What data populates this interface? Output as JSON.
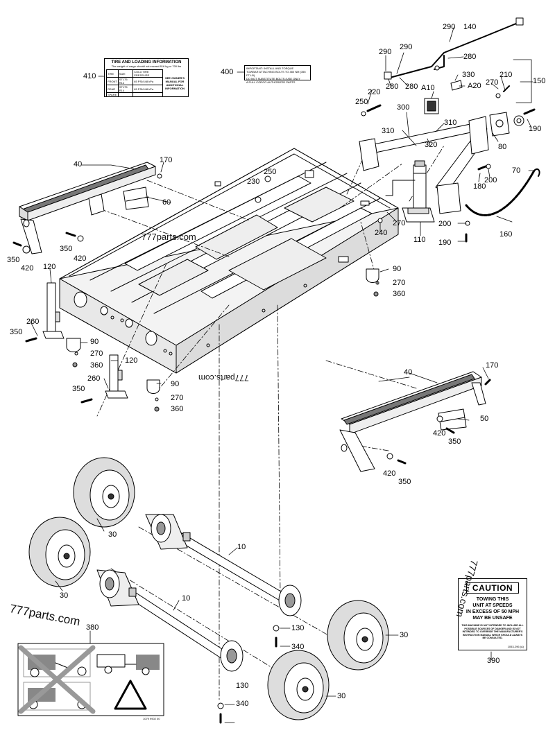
{
  "callouts": [
    {
      "id": "c410",
      "text": "410"
    },
    {
      "id": "c400",
      "text": "400"
    },
    {
      "id": "c290a",
      "text": "290"
    },
    {
      "id": "c140",
      "text": "140"
    },
    {
      "id": "c290b",
      "text": "290"
    },
    {
      "id": "c290c",
      "text": "290"
    },
    {
      "id": "c280a",
      "text": "280"
    },
    {
      "id": "c330",
      "text": "330"
    },
    {
      "id": "c210",
      "text": "210"
    },
    {
      "id": "c280b",
      "text": "280"
    },
    {
      "id": "c280c",
      "text": "280"
    },
    {
      "id": "cA10",
      "text": "A10"
    },
    {
      "id": "cA20",
      "text": "A20"
    },
    {
      "id": "c270a",
      "text": "270"
    },
    {
      "id": "c150",
      "text": "150"
    },
    {
      "id": "c220",
      "text": "220"
    },
    {
      "id": "c250a",
      "text": "250"
    },
    {
      "id": "c300",
      "text": "300"
    },
    {
      "id": "c310a",
      "text": "310"
    },
    {
      "id": "c310b",
      "text": "310"
    },
    {
      "id": "c320",
      "text": "320"
    },
    {
      "id": "c170a",
      "text": "170"
    },
    {
      "id": "c40a",
      "text": "40"
    },
    {
      "id": "c190a",
      "text": "190"
    },
    {
      "id": "c80",
      "text": "80"
    },
    {
      "id": "c250b",
      "text": "250"
    },
    {
      "id": "c230",
      "text": "230"
    },
    {
      "id": "c70",
      "text": "70"
    },
    {
      "id": "c200a",
      "text": "200"
    },
    {
      "id": "c180",
      "text": "180"
    },
    {
      "id": "c60",
      "text": "60"
    },
    {
      "id": "c270b",
      "text": "270"
    },
    {
      "id": "c240",
      "text": "240"
    },
    {
      "id": "c200b",
      "text": "200"
    },
    {
      "id": "c160",
      "text": "160"
    },
    {
      "id": "c110",
      "text": "110"
    },
    {
      "id": "c190b",
      "text": "190"
    },
    {
      "id": "c350a",
      "text": "350"
    },
    {
      "id": "c420a",
      "text": "420"
    },
    {
      "id": "c350b",
      "text": "350"
    },
    {
      "id": "c420b",
      "text": "420"
    },
    {
      "id": "c120a",
      "text": "120"
    },
    {
      "id": "c90a",
      "text": "90"
    },
    {
      "id": "c270c",
      "text": "270"
    },
    {
      "id": "c360a",
      "text": "360"
    },
    {
      "id": "c260a",
      "text": "260"
    },
    {
      "id": "c350c",
      "text": "350"
    },
    {
      "id": "c90b",
      "text": "90"
    },
    {
      "id": "c270d",
      "text": "270"
    },
    {
      "id": "c360b",
      "text": "360"
    },
    {
      "id": "c120b",
      "text": "120"
    },
    {
      "id": "c260b",
      "text": "260"
    },
    {
      "id": "c350d",
      "text": "350"
    },
    {
      "id": "c90c",
      "text": "90"
    },
    {
      "id": "c270e",
      "text": "270"
    },
    {
      "id": "c360c",
      "text": "360"
    },
    {
      "id": "c40b",
      "text": "40"
    },
    {
      "id": "c170b",
      "text": "170"
    },
    {
      "id": "c50",
      "text": "50"
    },
    {
      "id": "c420c",
      "text": "420"
    },
    {
      "id": "c350e",
      "text": "350"
    },
    {
      "id": "c420d",
      "text": "420"
    },
    {
      "id": "c350f",
      "text": "350"
    },
    {
      "id": "c30a",
      "text": "30"
    },
    {
      "id": "c10a",
      "text": "10"
    },
    {
      "id": "c30b",
      "text": "30"
    },
    {
      "id": "c10b",
      "text": "10"
    },
    {
      "id": "c380",
      "text": "380"
    },
    {
      "id": "c130a",
      "text": "130"
    },
    {
      "id": "c340a",
      "text": "340"
    },
    {
      "id": "c30c",
      "text": "30"
    },
    {
      "id": "c390",
      "text": "390"
    },
    {
      "id": "c130b",
      "text": "130"
    },
    {
      "id": "c340b",
      "text": "340"
    },
    {
      "id": "c30d",
      "text": "30"
    }
  ],
  "watermarks": {
    "frame": "777parts.com",
    "center": "777parts.com",
    "bottom_left": "777parts.com",
    "right": "777parts.com"
  },
  "decal_410": {
    "title": "TIRE AND LOADING INFORMATION",
    "subtitle": "The weight of cargo should not exceed 816 kg or 700 lbs",
    "col_tire": "TIRE",
    "col_size": "SIZE",
    "col_pressure": "COLD TIRE PRESSURE",
    "see_owner": "SEE OWNER'S MANUAL FOR ADDITIONAL INFORMATION",
    "row_front": "FRONT",
    "row_rear": "REAR",
    "row_spare": "SPARE",
    "size_value": "ST175 R14",
    "pressure_value": "65 PSI/448 kPa"
  },
  "decal_400": {
    "line1": "IMPORTANT: INSTALL AND TORQUE",
    "line2": "TOWBAR ATTACHING BOLTS TO 480 NM (355 FT-LB).",
    "line3": "DO NOT SUBSTITUTE BOLTS (USE ONLY",
    "line4": "A FULL CORGO AUTHORIZED PARTS"
  },
  "decal_390": {
    "heading": "CAUTION",
    "line1": "TOWING THIS",
    "line2": "UNIT AT SPEEDS",
    "line3": "IN EXCESS OF 50 MPH",
    "line4": "MAY BE UNSAFE",
    "fine": "THIS MACHINE IS NOT INTENDED TO INCLUDE ALL POSSIBLE SOURCES OF DANGER AND IS NOT INTENDED TO OVERRIDE THE MANUFACTURER'S INSTRUCTION MANUAL WHICH SHOULD ALWAYS BE CONSULTED.",
    "code": "1053-296 (A)"
  },
  "decal_380": {
    "code": "1079 9902 00"
  }
}
